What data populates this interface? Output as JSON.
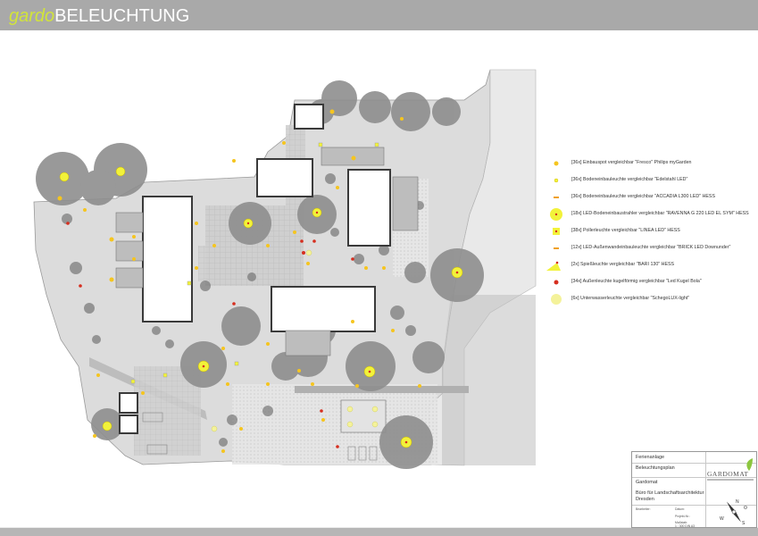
{
  "header": {
    "brand_prefix": "gardo",
    "brand_title": "BELEUCHTUNG"
  },
  "legend": {
    "items": [
      {
        "text": "[36x] Einbauspot vergleichbar \"Fresco\" Philips myGarden",
        "icon": "small-yellow-dot-icon"
      },
      {
        "text": "[36x] Bodeneinbauleuchte vergleichbar \"Edelstahl LED\"",
        "icon": "small-yellow-dot-icon"
      },
      {
        "text": "[36x] Bodeneinbauleuchte vergleichbar \"ACCADIA L300 LED\" HESS",
        "icon": "orange-dash-icon"
      },
      {
        "text": "[18x] LED-Bodeneinbaustrahler vergleichbar  \"RAVENNA G 220 LED EL SYM\" HESS",
        "icon": "large-yellow-circle-icon"
      },
      {
        "text": "[38x] Pollerleuchte vergleichbar \"LINEA LED\" HESS",
        "icon": "yellow-square-with-dot-icon"
      },
      {
        "text": "[12x] LED-Außenwandeinbauleuchte vergleichbar \"BRICK LED Downunder\"",
        "icon": "orange-dash-icon"
      },
      {
        "text": "[2x] Spießleuchte vergleichbar \"BARI 130\" HESS",
        "icon": "yellow-triangle-icon"
      },
      {
        "text": "[34x] Außenleuchte kugelförmig vergleichbar \"Led Kugel Bola\"",
        "icon": "red-dot-icon"
      },
      {
        "text": "[6x] Unterwasserleuchte vergleichbar \"SchegoLUX-light\"",
        "icon": "pale-yellow-disc-icon"
      }
    ]
  },
  "title_block": {
    "project": "Ferienanlage",
    "plan_title": "Beleuchtungsplan",
    "company": "Gardomat",
    "office": "Büro für Landschaftsarchitektur",
    "city": "Dresden",
    "logo_text": "GARDOMAT",
    "label_drawn": "Bearbeiter:",
    "label_date": "Datum:",
    "label_project": "Projekt-Nr.:",
    "label_scale": "Maßstab:",
    "scale_value": "1 : 300 DIN A3",
    "compass": {
      "north": "N",
      "east": "O",
      "south": "S",
      "west": "W"
    }
  },
  "colors": {
    "header_bar": "#a9a9a9",
    "brand_accent": "#d2e43a",
    "light": "#f2f23a",
    "light_warm": "#f5c51f",
    "tree": "#8f8f8f",
    "ground": "#d9d9d9",
    "building_outline": "#3a3a3a"
  }
}
